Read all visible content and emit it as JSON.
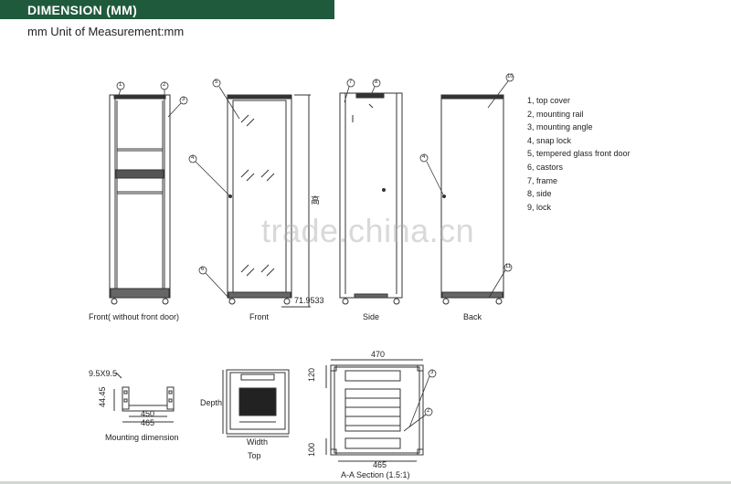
{
  "header": {
    "title": "DIMENSION (MM)",
    "unit_note": "mm Unit of Measurement:mm"
  },
  "colors": {
    "banner": "#1f5a3c",
    "line": "#333333"
  },
  "views": {
    "front_without_door": "Front( without front door)",
    "front": "Front",
    "side": "Side",
    "back": "Back",
    "mounting": "Mounting dimension",
    "top": "Top",
    "section": "A-A Section (1.5:1)"
  },
  "dimensions": {
    "front_height": "71.9533",
    "front_side_mark": "高",
    "hole": "9.5X9.5",
    "rail_height": "44.45",
    "rail_inner": "450",
    "rail_outer": "465",
    "top_depth": "Depth",
    "top_width": "Width",
    "section_width": "470",
    "section_top": "120",
    "section_bottom": "100",
    "section_inner": "465"
  },
  "callouts": [
    "1",
    "2",
    "3",
    "4",
    "5",
    "6",
    "7",
    "8",
    "10",
    "11"
  ],
  "legend": [
    "1, top cover",
    "2, mounting rail",
    "3, mounting angle",
    "4, snap lock",
    "5, tempered glass front door",
    "6, castors",
    "7, frame",
    "8, side",
    "9, lock"
  ],
  "watermark": "trade.china.cn"
}
